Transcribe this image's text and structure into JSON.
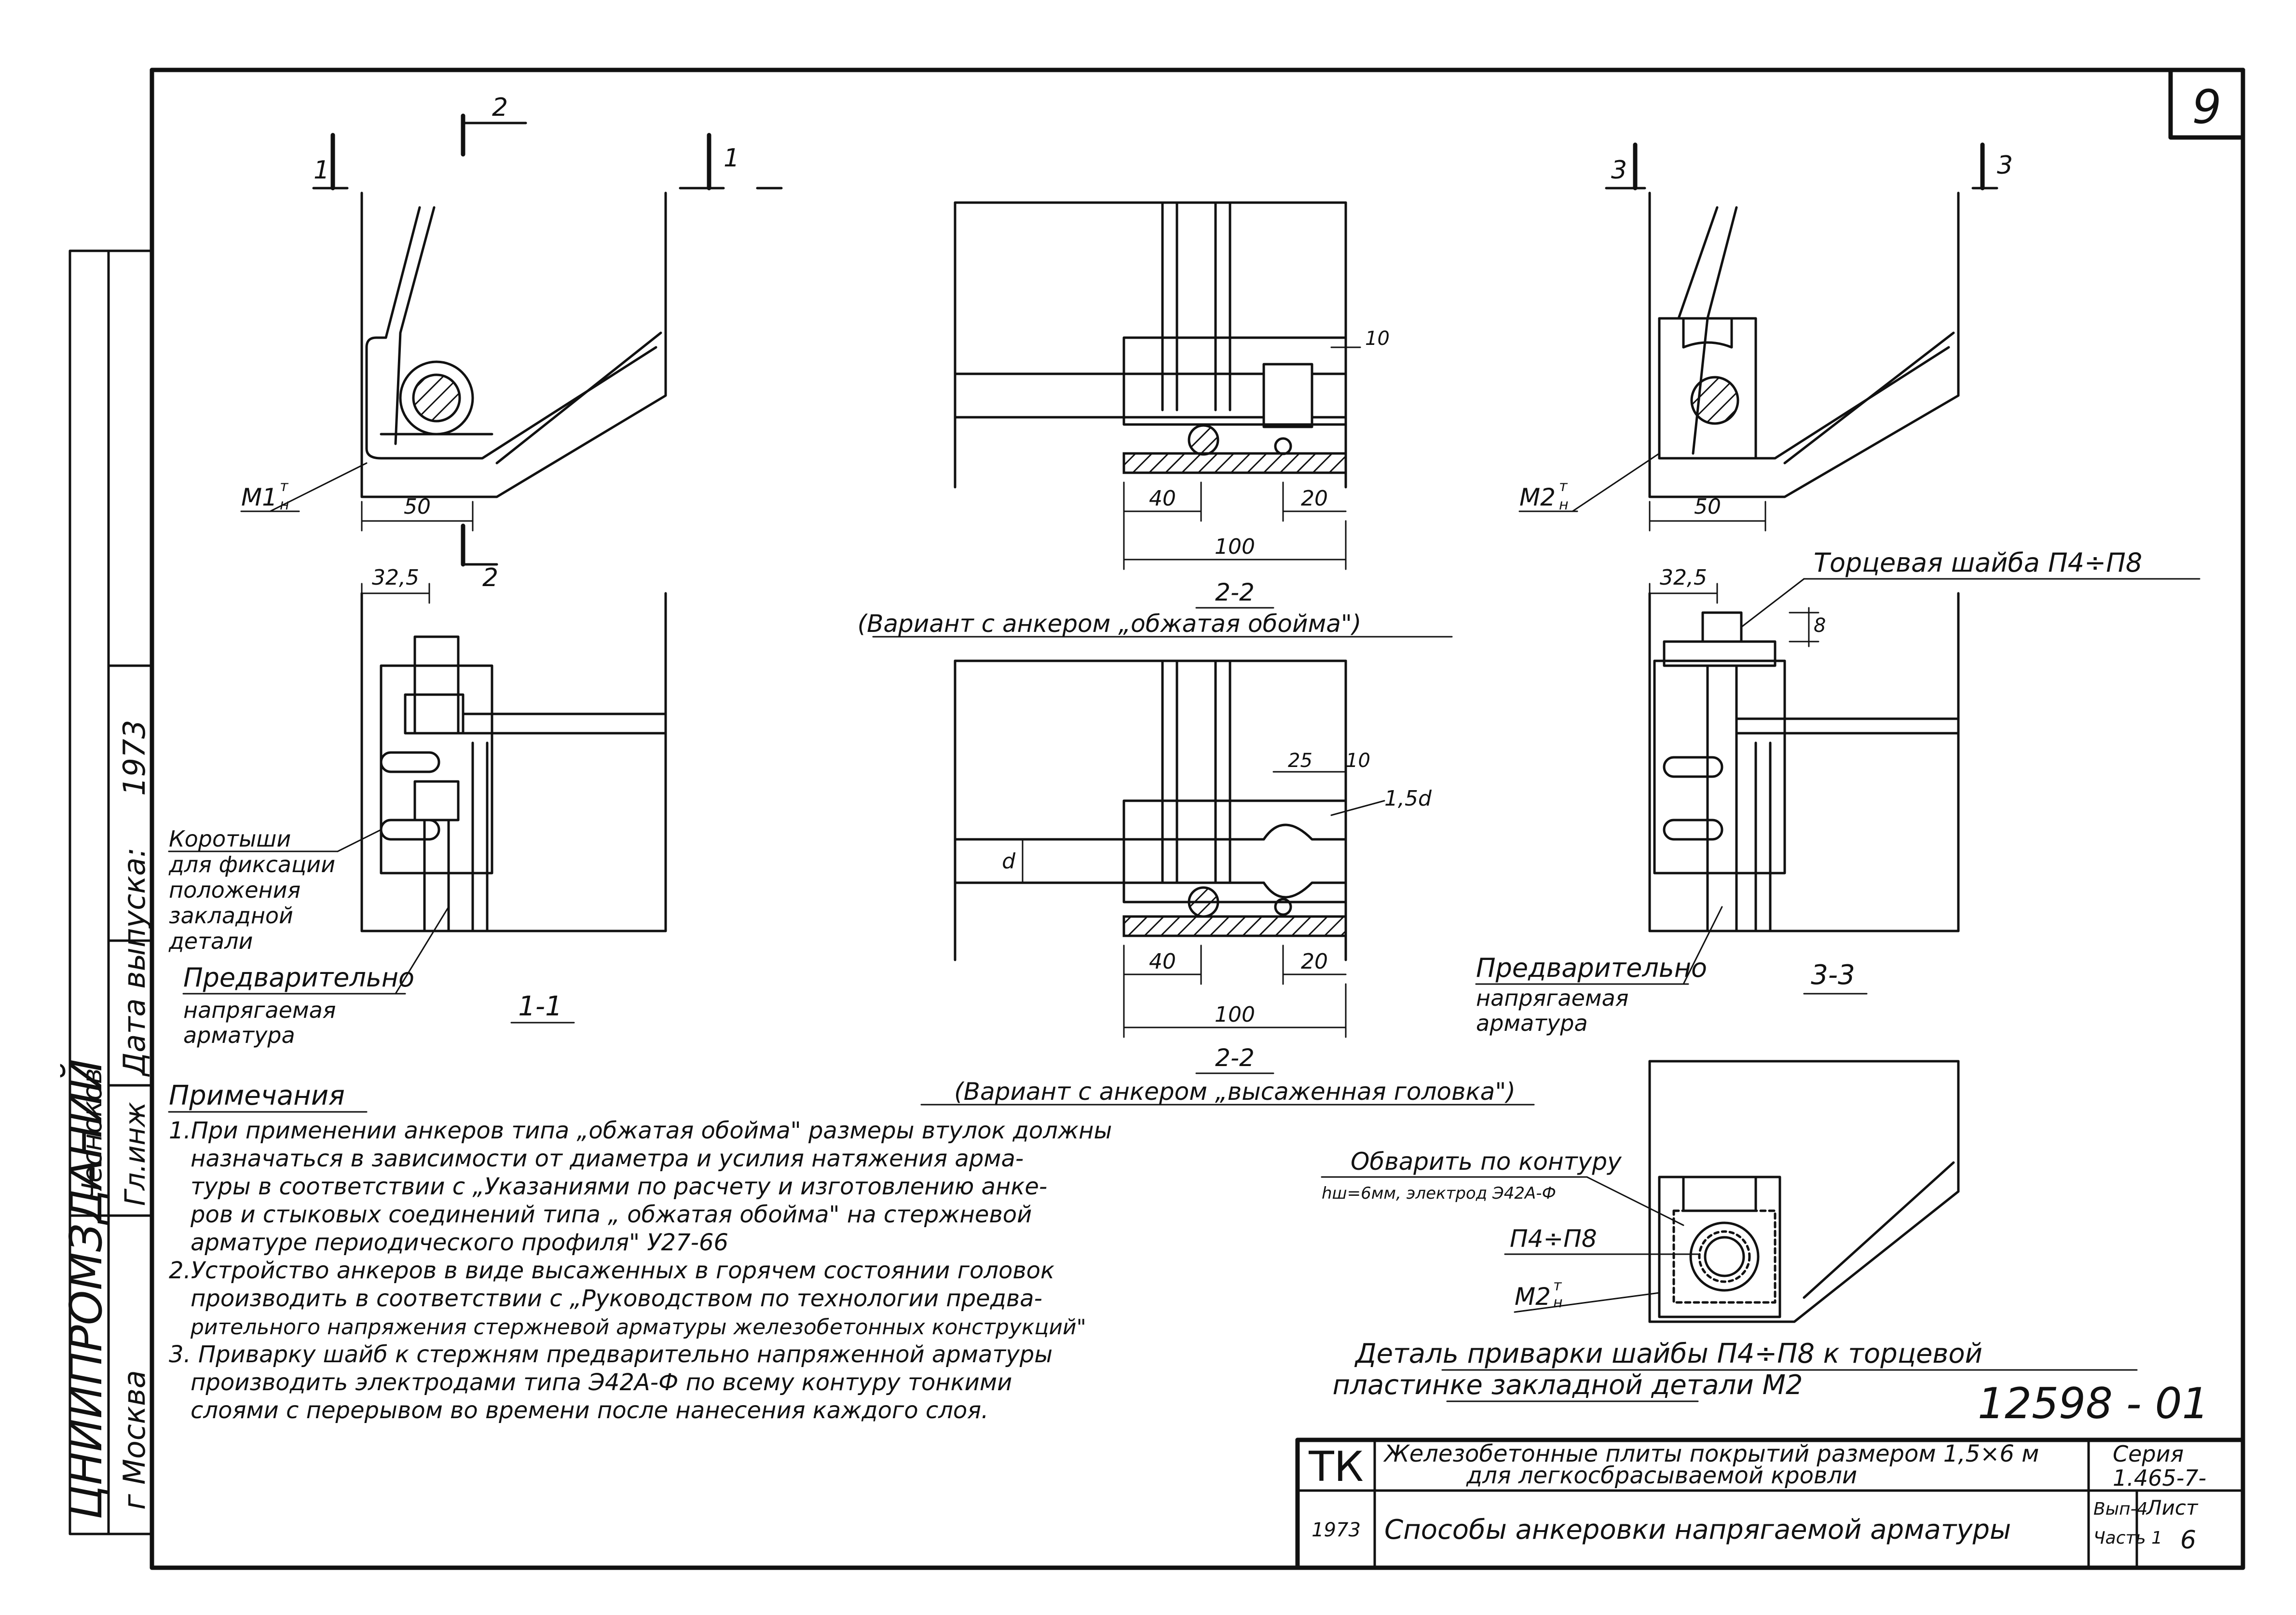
{
  "sheet": {
    "number": "9",
    "drawing_code": "12598 - 01"
  },
  "side_stamp": {
    "org": "ЦНИИПРОМЗДАНИЙ",
    "city": "г Москва",
    "date_label": "Дата выпуска:",
    "year": "1973",
    "head": "Гл.инж",
    "name": "Чесноков"
  },
  "section_marks": {
    "s1": "1",
    "s2": "2",
    "s3": "3"
  },
  "views": {
    "top_left": {
      "label": "М1",
      "sup": "т",
      "sub": "н",
      "dim": "50"
    },
    "top_right": {
      "label": "М2",
      "sup": "т",
      "sub": "н",
      "dim": "50"
    },
    "view_22a": {
      "dims": {
        "a": "10",
        "b": "40",
        "c": "20",
        "d": "100"
      },
      "title": "2-2",
      "caption": "(Вариант с анкером „обжатая обойма\")"
    },
    "view_22b": {
      "dims": {
        "a": "25",
        "b": "10",
        "c": "1,5d",
        "d": "d",
        "e": "40",
        "f": "20",
        "g": "100"
      },
      "title": "2-2",
      "caption": "(Вариант с анкером „высаженная головка\")"
    },
    "view_11": {
      "dim": "32,5",
      "title": "1-1",
      "callout_short": [
        "Коротыши",
        "для фиксации",
        "положения",
        "закладной",
        "детали"
      ],
      "callout_rebar": [
        "Предварительно",
        "напрягаемая",
        "арматура"
      ]
    },
    "view_33": {
      "dim": "32,5",
      "dim_small": "8",
      "title": "3-3",
      "washer": "Торцевая шайба П4÷П8",
      "callout_rebar": [
        "Предварительно",
        "напрягаемая",
        "арматура"
      ]
    },
    "detail": {
      "weld_title": "Обварить по контуру",
      "weld_spec": "hш=6мм, электрод Э42А-Ф",
      "washer": "П4÷П8",
      "plate": "М2",
      "plate_sup": "т",
      "plate_sub": "н",
      "caption_1": "Деталь приварки шайбы П4÷П8 к торцевой",
      "caption_2": "пластинке закладной детали М2"
    }
  },
  "notes": {
    "title": "Примечания",
    "lines": [
      "1.При применении анкеров типа „обжатая обойма\" размеры втулок должны",
      "назначаться в зависимости от диаметра и усилия натяжения арма-",
      "туры в соответствии с „Указаниями по расчету и изготовлению анке-",
      "ров и стыковых соединений типа „ обжатая обойма\" на стержневой",
      "арматуре периодического профиля\" У27-66",
      "2.Устройство анкеров в виде высаженных в горячем состоянии головок",
      "производить в соответствии с „Руководством по технологии предва-",
      "рительного напряжения стержневой арматуры железобетонных конструкций\"",
      "3. Приварку шайб к стержням предварительно напряженной арматуры",
      "производить электродами типа Э42А-Ф по всему контуру тонкими",
      "слоями с перерывом во времени после нанесения каждого слоя."
    ]
  },
  "title_block": {
    "org_code": "ТК",
    "year": "1973",
    "title_1": "Железобетонные плиты покрытий размером 1,5×6 м",
    "title_2": "для легкосбрасываемой кровли",
    "subject": "Способы анкеровки напрягаемой арматуры",
    "series_label": "Серия",
    "series_value": "1.465-7-",
    "issue_label": "Вып-4",
    "part_label": "Часть 1",
    "sheet_label": "Лист",
    "sheet_value": "6"
  }
}
